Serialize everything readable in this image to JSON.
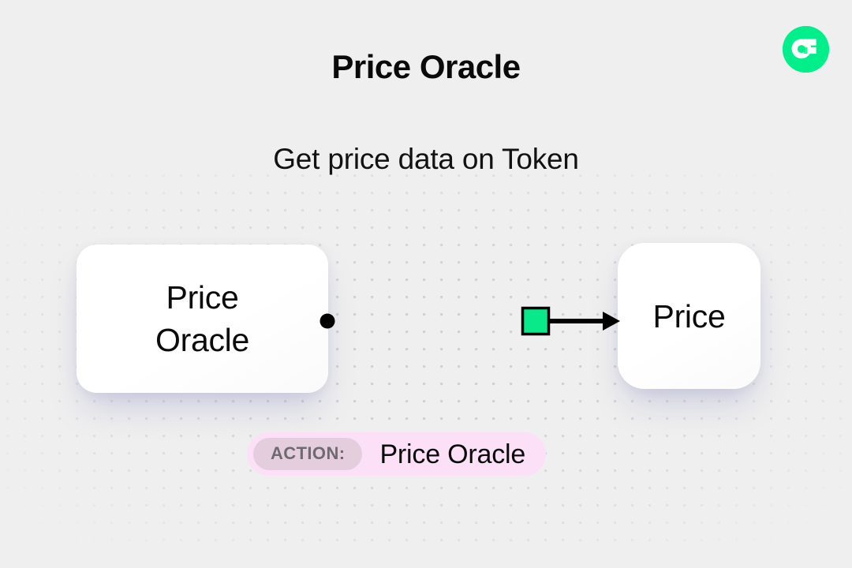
{
  "header": {
    "title": "Price Oracle",
    "subtitle": "Get price data on Token",
    "logo_name": "flow-logo"
  },
  "diagram": {
    "source_node": {
      "label": "Price\nOracle",
      "name": "price-oracle-node"
    },
    "target_node": {
      "label": "Price",
      "name": "price-node"
    },
    "connector": {
      "start_dot_name": "connector-start-dot",
      "marker_name": "connector-green-marker",
      "arrow_name": "connector-arrowhead"
    }
  },
  "action_badge": {
    "chip_label": "ACTION:",
    "value": "Price Oracle"
  },
  "colors": {
    "background": "#efefef",
    "accent_green": "#00ef8b",
    "marker_green": "#0ae98a",
    "badge_background": "#fbe0f7",
    "chip_background": "#e4cede",
    "chip_text": "#6e6b70",
    "text": "#0b0b0b",
    "dot_grid": "#cfcfd4",
    "connector": "#000000"
  }
}
